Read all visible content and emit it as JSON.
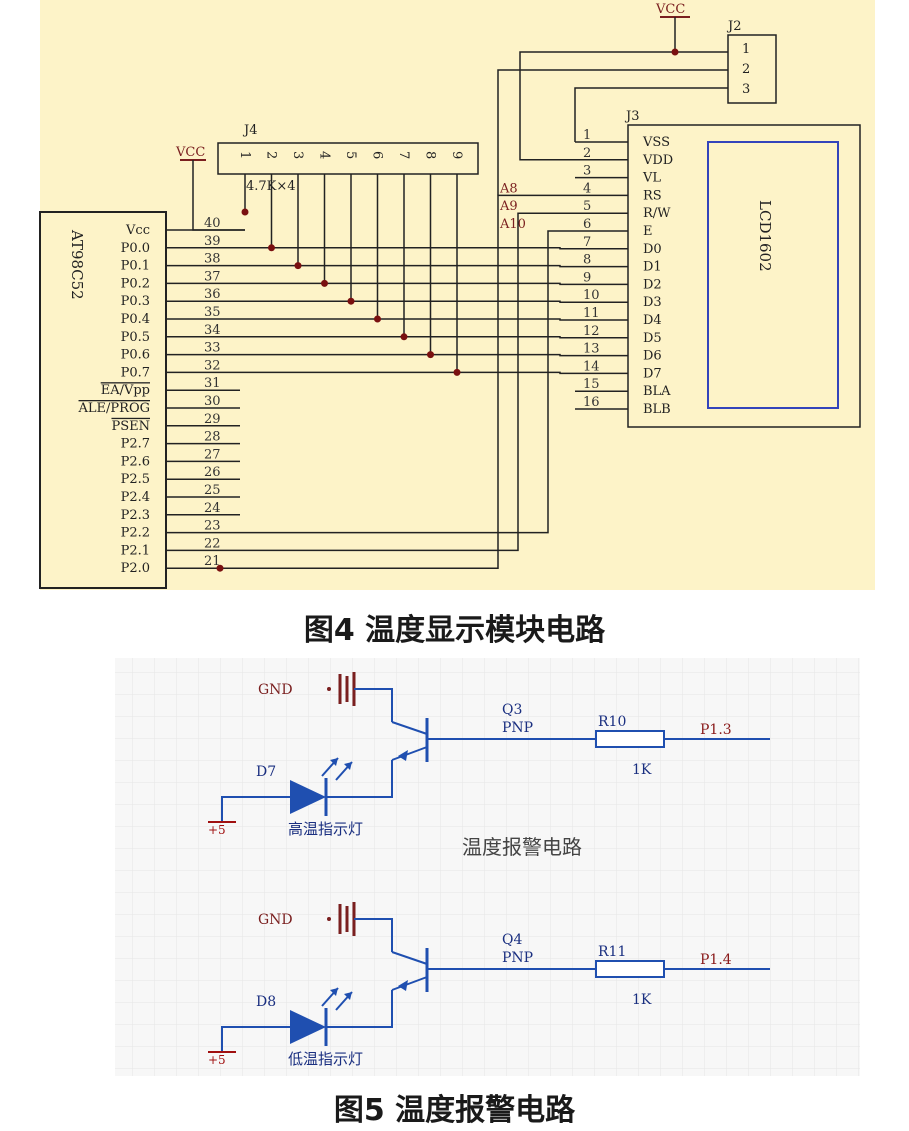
{
  "figure4": {
    "caption": "图4 温度显示模块电路",
    "mcu": {
      "name": "AT98C52",
      "pins": [
        {
          "num": "40",
          "label": "Vcc",
          "overline": false
        },
        {
          "num": "39",
          "label": "P0.0",
          "overline": false
        },
        {
          "num": "38",
          "label": "P0.1",
          "overline": false
        },
        {
          "num": "37",
          "label": "P0.2",
          "overline": false
        },
        {
          "num": "36",
          "label": "P0.3",
          "overline": false
        },
        {
          "num": "35",
          "label": "P0.4",
          "overline": false
        },
        {
          "num": "34",
          "label": "P0.5",
          "overline": false
        },
        {
          "num": "33",
          "label": "P0.6",
          "overline": false
        },
        {
          "num": "32",
          "label": "P0.7",
          "overline": false
        },
        {
          "num": "31",
          "label": "EA/Vpp",
          "overline": true
        },
        {
          "num": "30",
          "label": "ALE/PROG",
          "overline": true
        },
        {
          "num": "29",
          "label": "PSEN",
          "overline": true
        },
        {
          "num": "28",
          "label": "P2.7",
          "overline": false
        },
        {
          "num": "27",
          "label": "P2.6",
          "overline": false
        },
        {
          "num": "26",
          "label": "P2.5",
          "overline": false
        },
        {
          "num": "25",
          "label": "P2.4",
          "overline": false
        },
        {
          "num": "24",
          "label": "P2.3",
          "overline": false
        },
        {
          "num": "23",
          "label": "P2.2",
          "overline": false
        },
        {
          "num": "22",
          "label": "P2.1",
          "overline": false
        },
        {
          "num": "21",
          "label": "P2.0",
          "overline": false
        }
      ]
    },
    "j4": {
      "name": "J4",
      "pins": [
        "1",
        "2",
        "3",
        "4",
        "5",
        "6",
        "7",
        "8",
        "9"
      ],
      "value": "4.7K×4",
      "vcc": "VCC"
    },
    "j2": {
      "name": "J2",
      "pins": [
        "1",
        "2",
        "3"
      ],
      "vcc": "VCC"
    },
    "j3": {
      "name": "J3",
      "module": "LCD1602",
      "pins": [
        {
          "num": "1",
          "label": "VSS"
        },
        {
          "num": "2",
          "label": "VDD"
        },
        {
          "num": "3",
          "label": "VL"
        },
        {
          "num": "4",
          "label": "RS"
        },
        {
          "num": "5",
          "label": "R/W"
        },
        {
          "num": "6",
          "label": "E"
        },
        {
          "num": "7",
          "label": "D0"
        },
        {
          "num": "8",
          "label": "D1"
        },
        {
          "num": "9",
          "label": "D2"
        },
        {
          "num": "10",
          "label": "D3"
        },
        {
          "num": "11",
          "label": "D4"
        },
        {
          "num": "12",
          "label": "D5"
        },
        {
          "num": "13",
          "label": "D6"
        },
        {
          "num": "14",
          "label": "D7"
        },
        {
          "num": "15",
          "label": "BLA"
        },
        {
          "num": "16",
          "label": "BLB"
        }
      ],
      "addr_labels": [
        "A8",
        "A9",
        "A10"
      ]
    },
    "colors": {
      "background": "#fdf3c8",
      "wire": "#222222",
      "pin_number": "#333333",
      "addr_label": "#7a1f1f",
      "junction": "#7a1010"
    }
  },
  "figure5": {
    "caption": "图5 温度报警电路",
    "title": "温度报警电路",
    "circuits": [
      {
        "gnd": "GND",
        "transistor": "Q3",
        "transistor_type": "PNP",
        "resistor": "R10",
        "resistor_value": "1K",
        "port": "P1.3",
        "diode": "D7",
        "supply": "+5",
        "led_label": "高温指示灯"
      },
      {
        "gnd": "GND",
        "transistor": "Q4",
        "transistor_type": "PNP",
        "resistor": "R11",
        "resistor_value": "1K",
        "port": "P1.4",
        "diode": "D8",
        "supply": "+5",
        "led_label": "低温指示灯"
      }
    ],
    "colors": {
      "background": "#f7f7f7",
      "grid": "#e6e6e6",
      "wire": "#1f4fb0",
      "part_label": "#1a2f80",
      "gnd_label": "#7a1f1f",
      "port_label": "#8a1a1a",
      "supply": "#a01010",
      "resistor_fill": "#ffffff",
      "diode_fill": "#1f4fb0",
      "title_text": "#444444"
    }
  }
}
